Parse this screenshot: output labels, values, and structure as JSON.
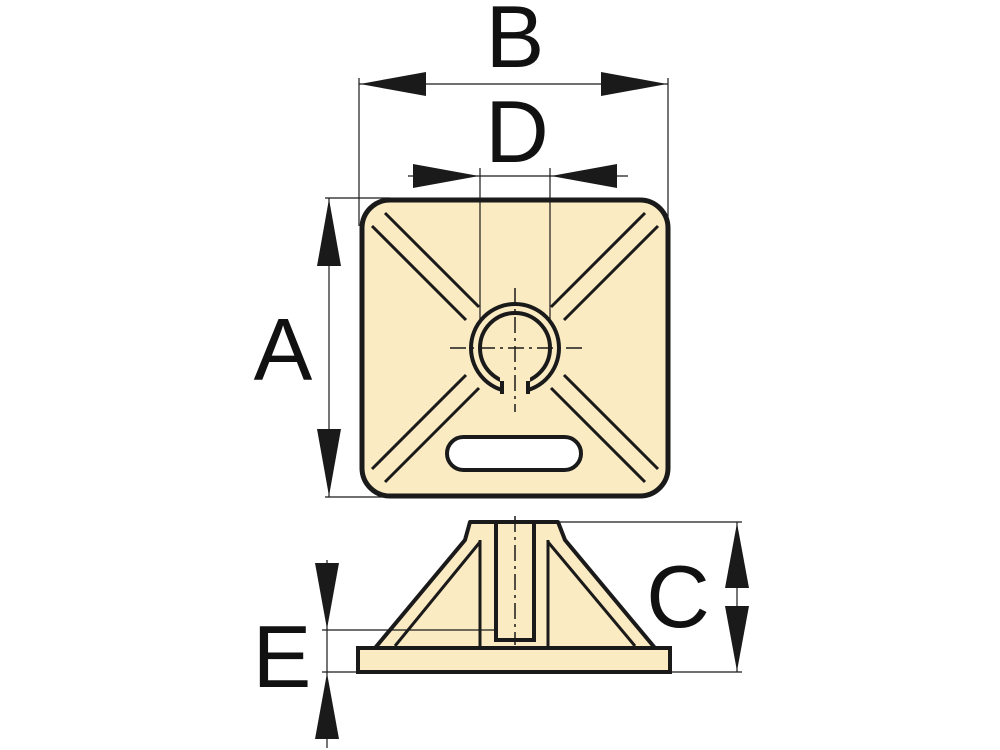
{
  "labels": {
    "a": "A",
    "b": "B",
    "c": "C",
    "d": "D",
    "e": "E"
  },
  "colors": {
    "part_fill": "#FBEBC3",
    "outline": "#1A1A1A",
    "background": "#FFFFFF"
  }
}
